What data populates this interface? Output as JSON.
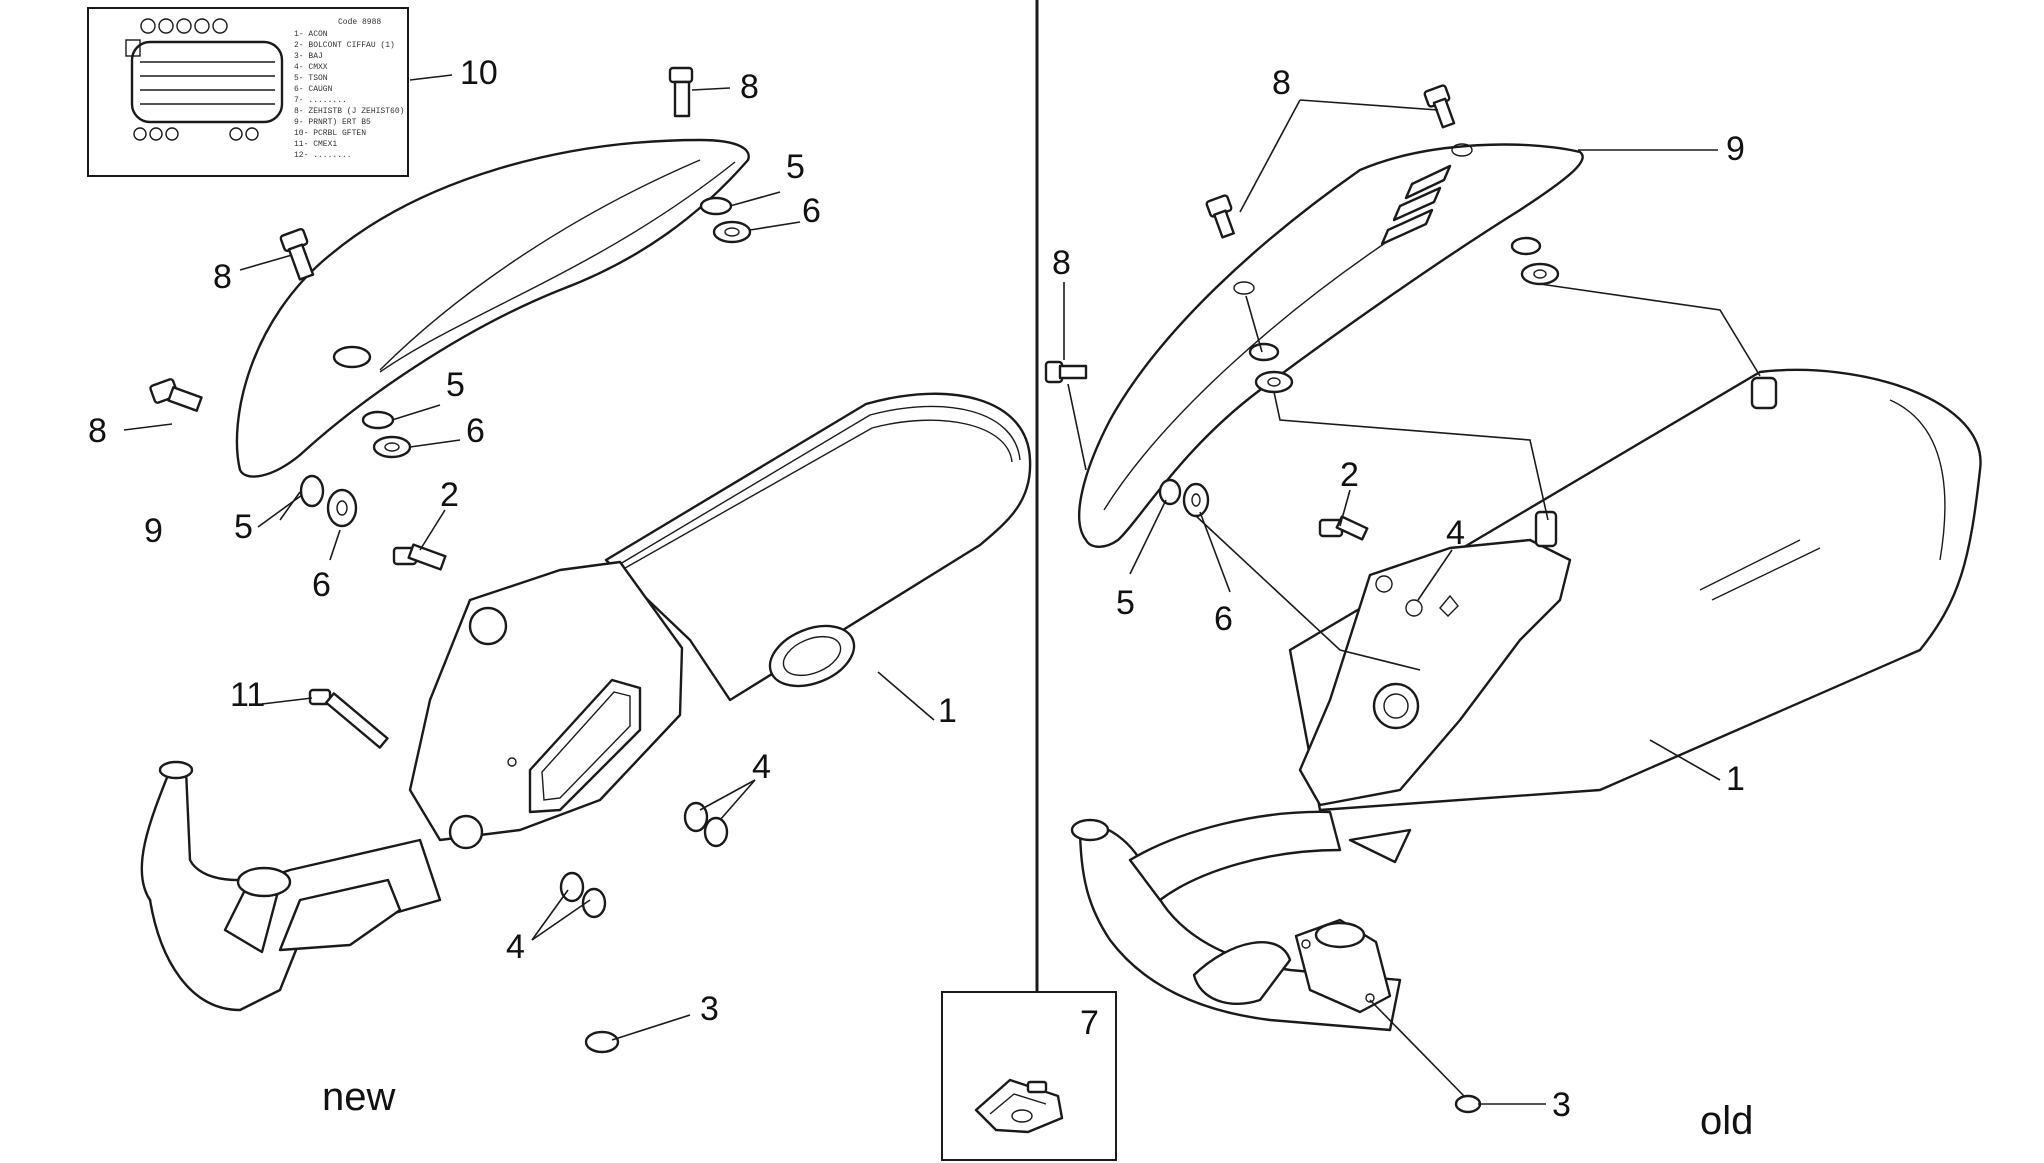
{
  "variants": {
    "left": "new",
    "right": "old"
  },
  "callouts": {
    "new_1": "1",
    "new_2": "2",
    "new_3": "3",
    "new_4a": "4",
    "new_4b": "4",
    "new_5a": "5",
    "new_5b": "5",
    "new_5c": "5",
    "new_6a": "6",
    "new_6b": "6",
    "new_6c": "6",
    "new_8a": "8",
    "new_8b": "8",
    "new_8c": "8",
    "new_9": "9",
    "new_10": "10",
    "new_11": "11",
    "clip_7": "7",
    "old_1": "1",
    "old_2": "2",
    "old_3": "3",
    "old_4": "4",
    "old_5": "5",
    "old_6": "6",
    "old_8a": "8",
    "old_8b": "8",
    "old_9": "9"
  },
  "label_box": {
    "header": "Code 8988",
    "lines": [
      "1- ACON",
      "2- BOLCONT CIFFAU (1)",
      "3- BAJ",
      "4- CMXX",
      "5- TSON",
      "6- CAUGN",
      "7- ........",
      "8- ZEHISTB (J ZEHIST60)",
      "9- PRNRT) ERT B5",
      "10- PCRBL GFTEN",
      "11- CMEX1",
      "12- ........"
    ]
  },
  "colors": {
    "line": "#1a1a1a",
    "background": "#ffffff"
  }
}
